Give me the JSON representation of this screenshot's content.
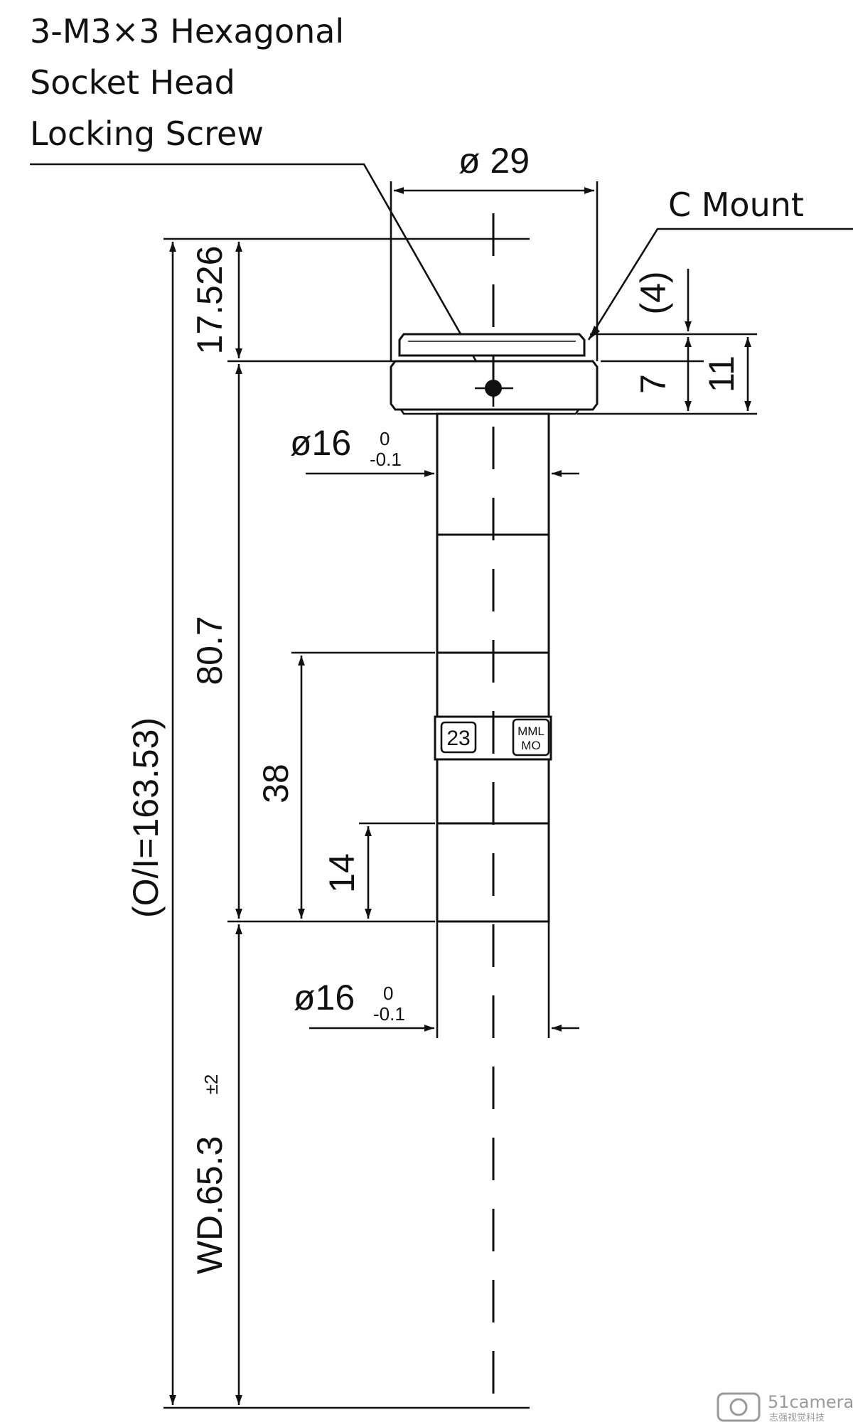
{
  "callouts": {
    "screw_line1": "3-M3×3 Hexagonal",
    "screw_line2": "Socket Head",
    "screw_line3": "Locking Screw",
    "mount": "C Mount"
  },
  "dimensions": {
    "diameter_flange": "ø 29",
    "diameter_top_prefix": "ø16",
    "diameter_top_upper": "0",
    "diameter_top_lower": "-0.1",
    "diameter_bottom_prefix": "ø16",
    "diameter_bottom_upper": "0",
    "diameter_bottom_lower": "-0.1",
    "flange_back": "17.526",
    "mount_thread": "(4)",
    "flange_thickness": "7",
    "mount_total": "11",
    "lens_length": "80.7",
    "object_to_image": "(O/I=163.53)",
    "step_38": "38",
    "step_14": "14",
    "working_distance": "WD.65.3",
    "working_distance_tol": "±2"
  },
  "labels": {
    "aperture": "23",
    "focus_line1": "MML",
    "focus_line2": "MO"
  },
  "watermark": {
    "brand": "51camera",
    "sub": "志强视觉科技"
  }
}
